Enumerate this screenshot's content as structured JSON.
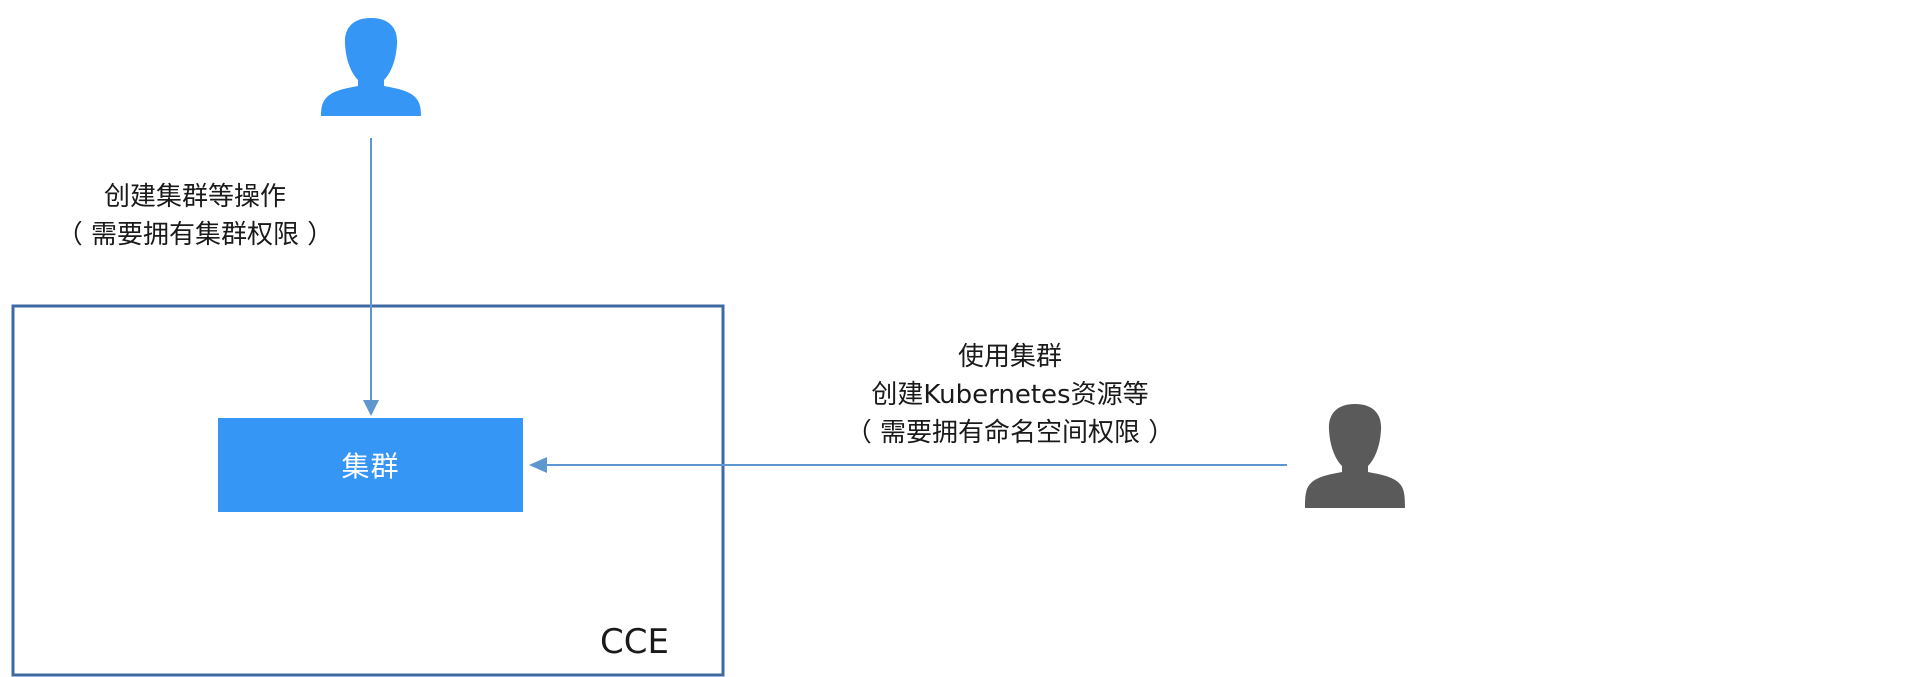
{
  "diagram": {
    "admin_action": {
      "line1": "创建集群等操作",
      "line2": "（ 需要拥有集群权限 ）"
    },
    "user_action": {
      "line1": "使用集群",
      "line2": "创建Kubernetes资源等",
      "line3": "（ 需要拥有命名空间权限 ）"
    },
    "cluster_label": "集群",
    "container_label": "CCE",
    "colors": {
      "admin_user_icon": "#3596f5",
      "namespace_user_icon": "#5a5a5a",
      "cluster_fill": "#3596f5",
      "container_border": "#3d6aa3",
      "arrow": "#5e97d0"
    }
  }
}
